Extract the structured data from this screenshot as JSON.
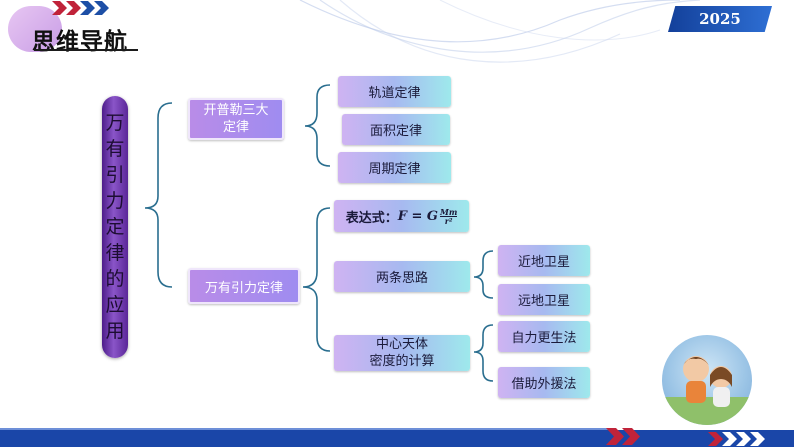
{
  "header": {
    "title": "思维导航",
    "year": "2025"
  },
  "root": {
    "chars": [
      "万",
      "有",
      "引",
      "力",
      "定",
      "律",
      "的",
      "应",
      "用"
    ]
  },
  "branches": {
    "kepler": {
      "label_lines": [
        "开普勒三大",
        "定律"
      ],
      "children": [
        "轨道定律",
        "面积定律",
        "周期定律"
      ]
    },
    "gravity": {
      "label": "万有引力定律",
      "expression_prefix": "表达式：",
      "two_approaches": {
        "label": "两条思路",
        "children": [
          "近地卫星",
          "远地卫星"
        ]
      },
      "density": {
        "label_lines": [
          "中心天体",
          "密度的计算"
        ],
        "children": [
          "自力更生法",
          "借助外援法"
        ]
      }
    }
  },
  "colors": {
    "header_accent": "#c99ee6",
    "root_purple": "#6a34ad",
    "bracket": "#2a6e8f",
    "brand_blue": "#1a46a8"
  }
}
